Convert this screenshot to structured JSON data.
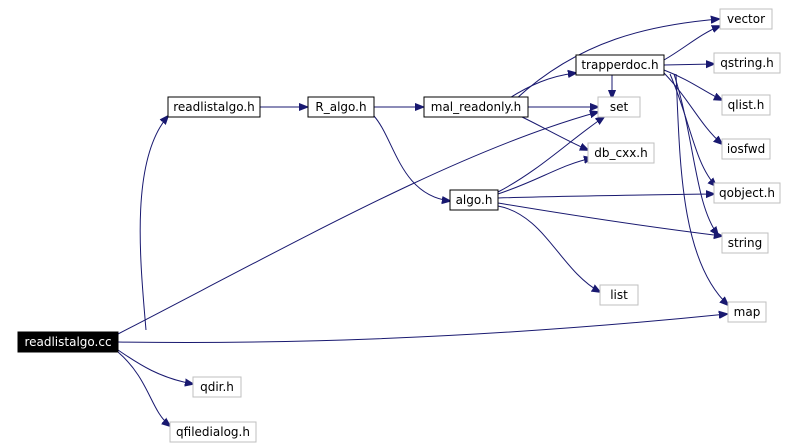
{
  "colors": {
    "edge": "#191970",
    "internal_border": "#000000",
    "external_border": "#bfbfbf",
    "root_fill": "#000000",
    "root_text": "#ffffff"
  },
  "nodes": {
    "readlistalgo_cc": "readlistalgo.cc",
    "readlistalgo_h": "readlistalgo.h",
    "r_algo_h": "R_algo.h",
    "mal_readonly_h": "mal_readonly.h",
    "trapperdoc_h": "trapperdoc.h",
    "algo_h": "algo.h",
    "vector": "vector",
    "qstring_h": "qstring.h",
    "set": "set",
    "qlist_h": "qlist.h",
    "db_cxx_h": "db_cxx.h",
    "iosfwd": "iosfwd",
    "qobject_h": "qobject.h",
    "string": "string",
    "list": "list",
    "map": "map",
    "qdir_h": "qdir.h",
    "qfiledialog_h": "qfiledialog.h"
  }
}
